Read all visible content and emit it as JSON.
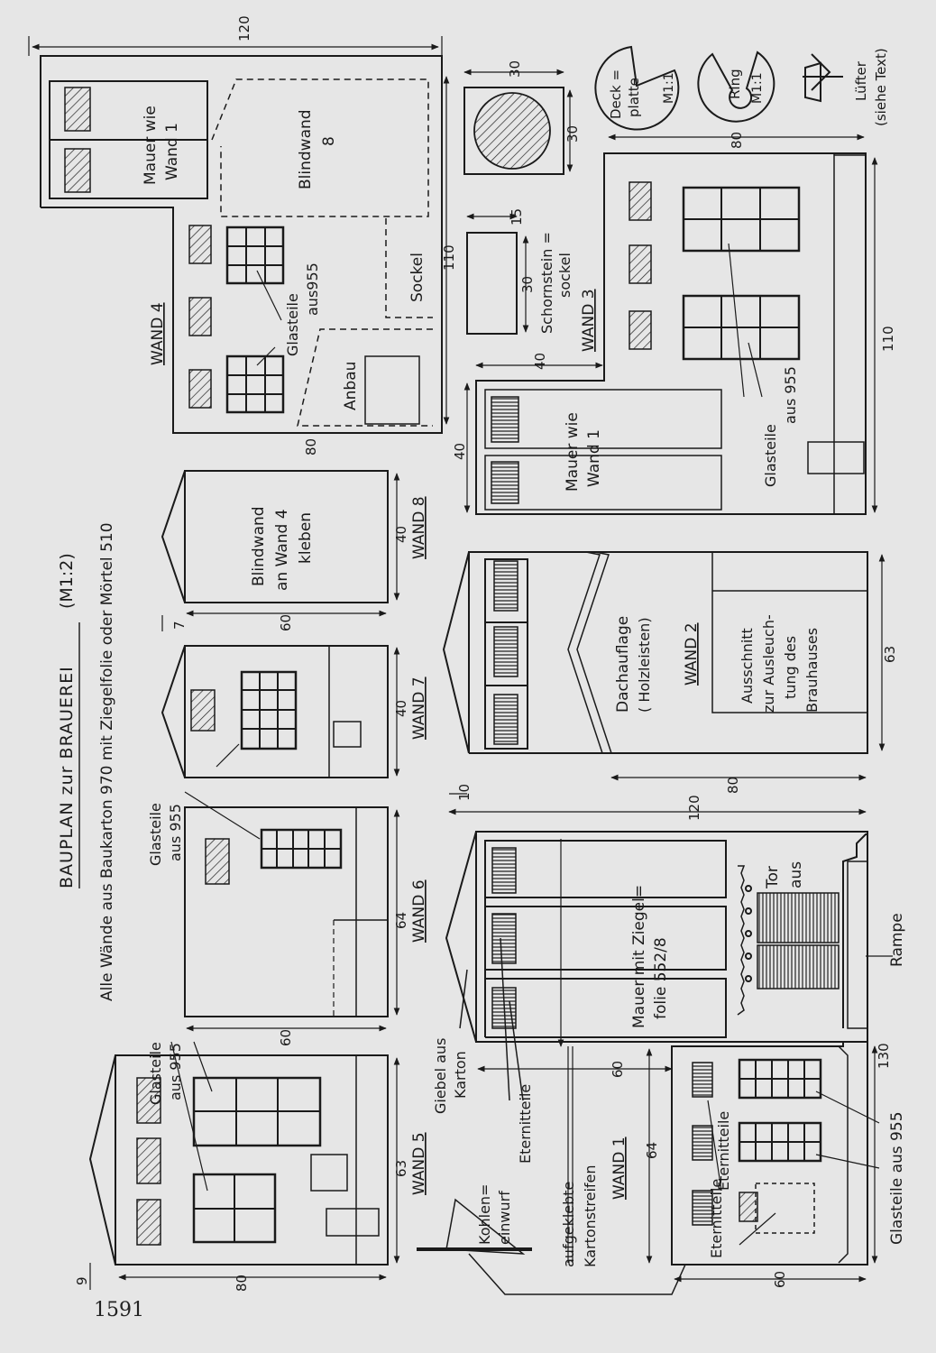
{
  "title": "BAUPLAN zur BRAUEREI",
  "scale": "(M1:2)",
  "subtitle": "Alle Wände aus Baukarton 970 mit Ziegelfolie oder Mörtel 510",
  "page_number": "1591",
  "walls": {
    "wand1": "WAND 1",
    "wand2": "WAND 2",
    "wand3": "WAND 3",
    "wand4": "WAND 4",
    "wand5": "WAND 5",
    "wand6": "WAND 6",
    "wand7": "WAND 7",
    "wand8": "WAND 8"
  },
  "labels": {
    "glasteile_aus_955": "Glasteile aus 955",
    "glasteile": "Glasteile",
    "aus_955": "aus 955",
    "aus955": "aus955",
    "blindwand": "Blindwand",
    "an_wand_4": "an Wand 4",
    "kleben": "kleben",
    "blindwand8_a": "Blindwand",
    "blindwand8_b": "8",
    "mauer_wie": "Mauer wie",
    "wand_1": "Wand  1",
    "sockel": "Sockel",
    "anbau": "Anbau",
    "schornstein": "Schornstein =",
    "sockel_eq": "sockel",
    "dachauflage": "Dachauflage",
    "holzleisten": "( Holzleisten)",
    "ausschnitt1": "Ausschnitt",
    "ausschnitt2": "zur Ausleuch-",
    "ausschnitt3": "tung des",
    "ausschnitt4": "Brauhauses",
    "giebel1": "Giebel aus",
    "giebel2": "Karton",
    "kohlen1": "Kohlen=",
    "kohlen2": "einwurf",
    "eternitteile": "Eternitteile",
    "aufgeklebte": "aufgeklebte",
    "kartonstreifen": "Kartonstreifen",
    "mauer_mit": "Mauer mit Ziegel=",
    "folie": "folie 552/8",
    "tor": "Tor",
    "aus": "aus",
    "rampe": "Rampe",
    "deck1": "Deck =",
    "deck2": "platte",
    "m11": "M1:1",
    "ring": "Ring",
    "luefter1": "Lüfter",
    "luefter2": "(siehe Text)"
  },
  "dimensions": {
    "d120_top": "120",
    "d110": "110",
    "d80_w4": "80",
    "d30_a": "30",
    "d30_b": "30",
    "d15": "15",
    "d30_c": "30",
    "d40_w3": "40",
    "d80_w3": "80",
    "d110_w3": "110",
    "d40_w8": "40",
    "d60_w8": "60",
    "d7": "7",
    "d40_w7": "40",
    "d63_w2": "63",
    "d80_w2": "80",
    "d10": "10",
    "d120_w1": "120",
    "d64_w6": "64",
    "d60_w6": "60",
    "d63_w5": "63",
    "d80_w5": "80",
    "d9": "9",
    "d60_w1": "60",
    "d64_w1": "64",
    "d130": "130",
    "d40_w1a": "40"
  }
}
